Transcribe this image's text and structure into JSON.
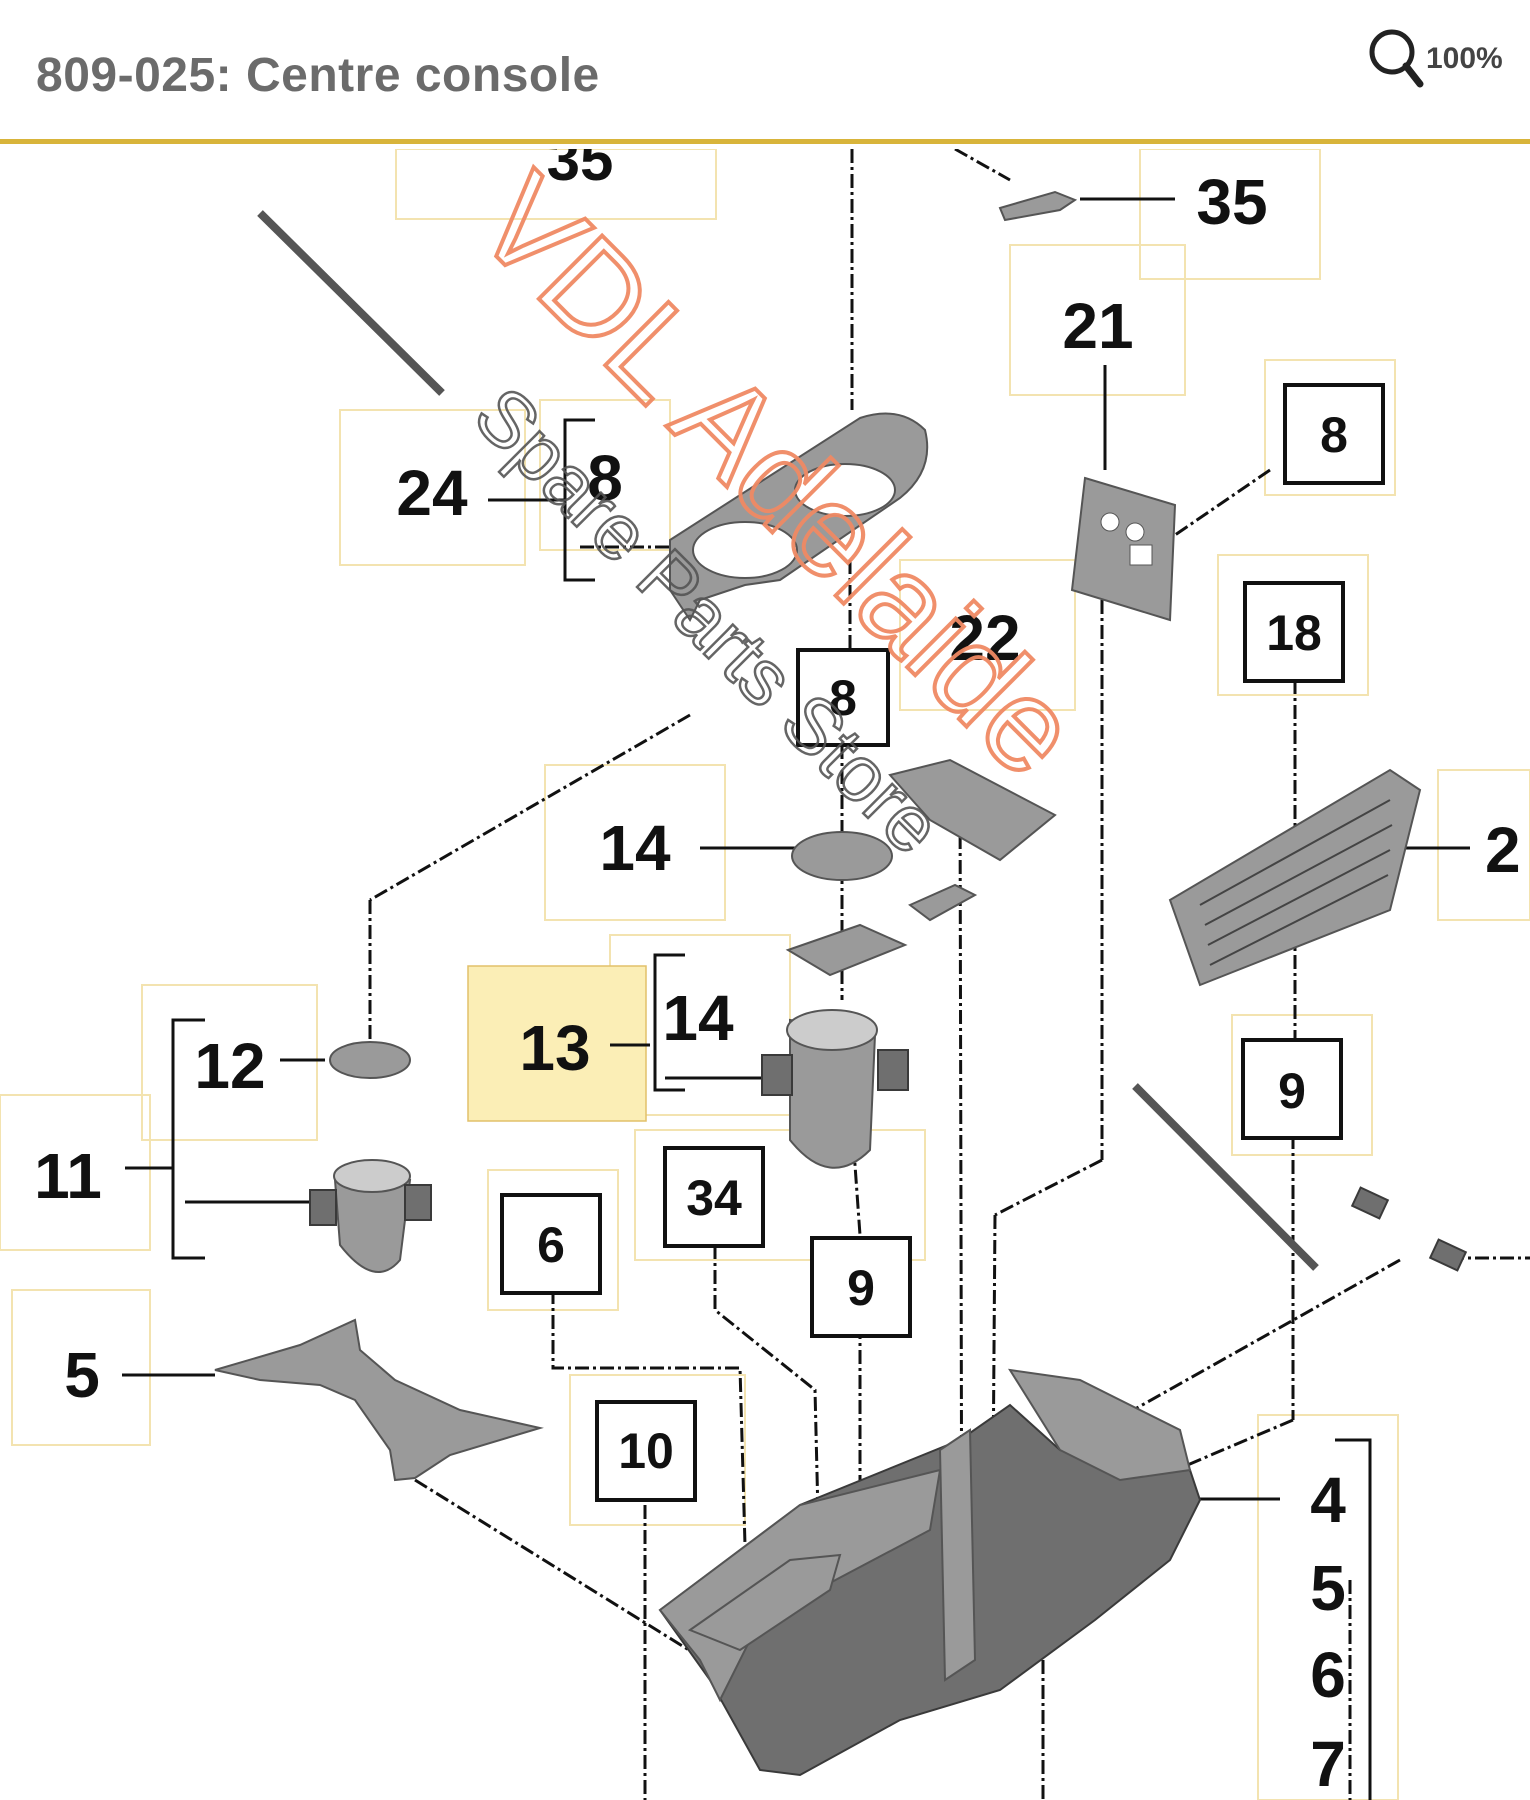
{
  "header": {
    "title": "809-025: Centre console",
    "zoom_label": "100%"
  },
  "callouts": {
    "c35_top": "35",
    "c35": "35",
    "c21": "21",
    "c8_right": "8",
    "c24": "24",
    "c8_bracket": "8",
    "c8_mid": "8",
    "c22": "22",
    "c18": "18",
    "c14_top": "14",
    "c2": "2",
    "c13": "13",
    "c14_bracket": "14",
    "c12": "12",
    "c9_right": "9",
    "c11": "11",
    "c34": "34",
    "c6": "6",
    "c9_mid": "9",
    "c5": "5",
    "c10": "10",
    "c4": "4",
    "c5_list": "5",
    "c6_list": "6",
    "c7_list": "7"
  },
  "watermark": {
    "line1": "VDL Adelaide",
    "line2": "Spare Parts Store",
    "color": "#f08a64"
  },
  "colors": {
    "accent": "#d8b43a",
    "highlight": "#fbeeb6"
  },
  "icons": {
    "zoom": "magnifier-icon"
  }
}
